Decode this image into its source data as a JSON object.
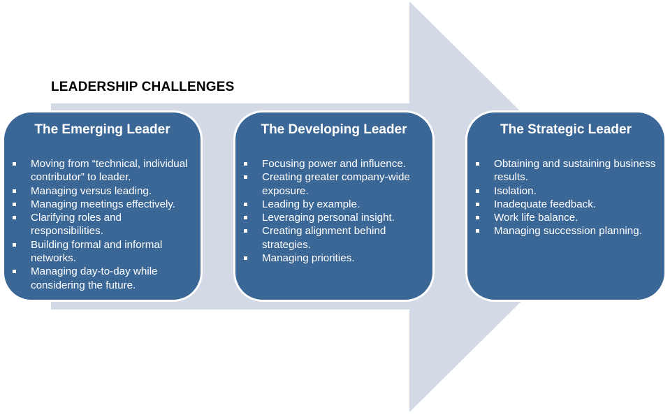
{
  "heading": "LEADERSHIP CHALLENGES",
  "colors": {
    "arrow": "#d3d9e5",
    "card": "#3b6797",
    "card_text": "#ffffff"
  },
  "cards": [
    {
      "title": "The Emerging Leader",
      "items": [
        "Moving from “technical, individual contributor” to leader.",
        "Managing versus leading.",
        "Managing meetings effectively.",
        "Clarifying roles and responsibilities.",
        "Building formal and informal networks.",
        "Managing day-to-day while considering the future."
      ]
    },
    {
      "title": "The Developing Leader",
      "items": [
        "Focusing power and influence.",
        "Creating greater company-wide exposure.",
        "Leading by example.",
        "Leveraging personal insight.",
        "Creating alignment behind strategies.",
        "Managing priorities."
      ]
    },
    {
      "title": "The Strategic Leader",
      "items": [
        "Obtaining and sustaining business results.",
        "Isolation.",
        "Inadequate feedback.",
        "Work life balance.",
        "Managing succession planning."
      ]
    }
  ]
}
